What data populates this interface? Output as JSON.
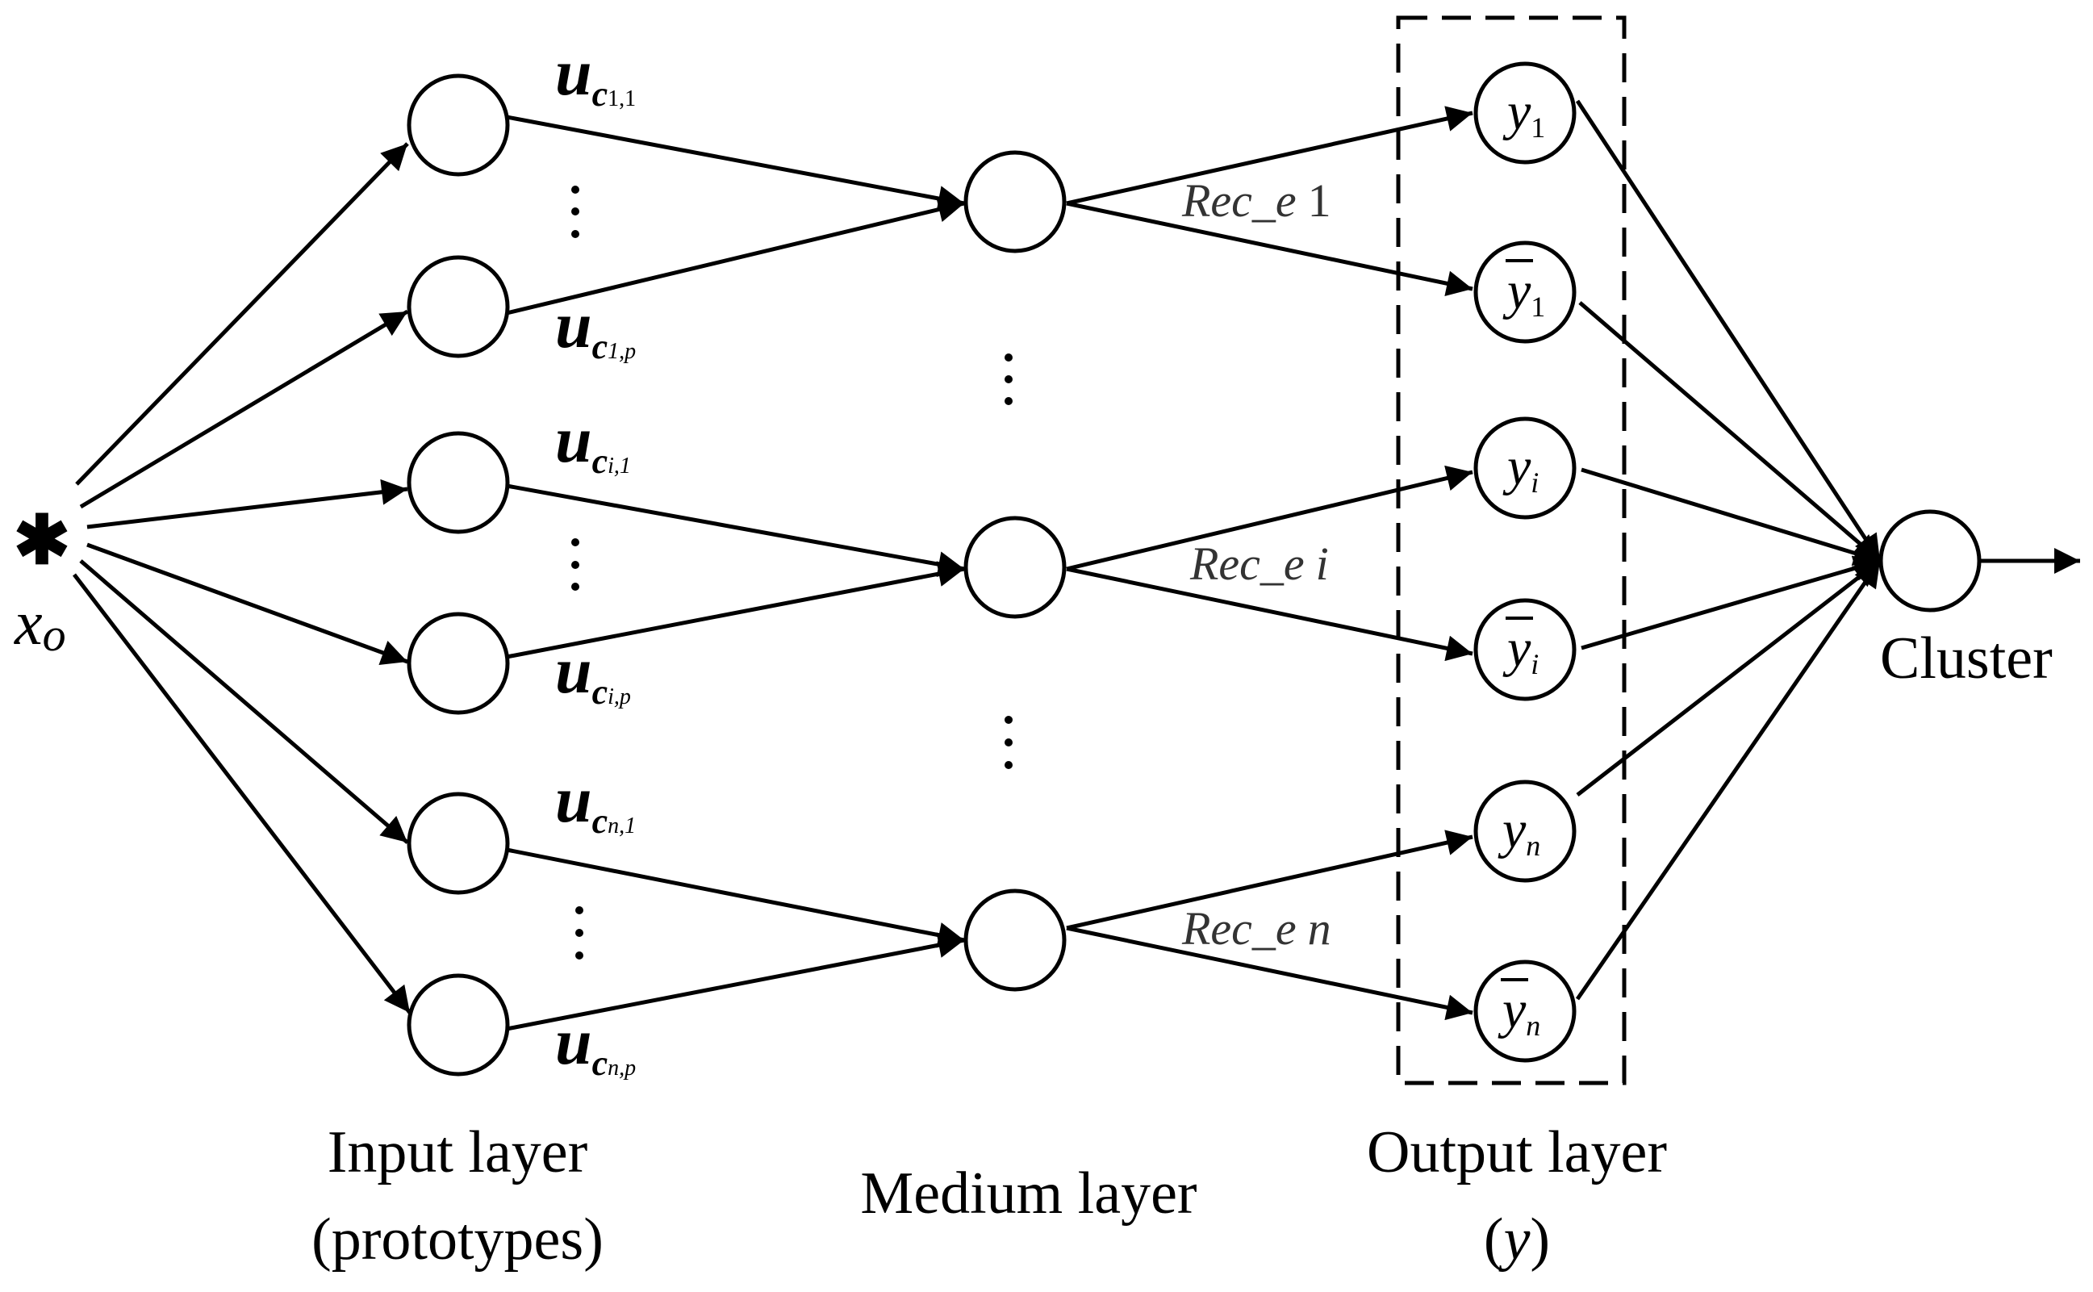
{
  "input": {
    "symbol": "✱",
    "label_main": "x",
    "label_sub": "o"
  },
  "weights": [
    {
      "main": "u",
      "c": "c",
      "sub": "1,1"
    },
    {
      "main": "u",
      "c": "c",
      "sub": "1,p"
    },
    {
      "main": "u",
      "c": "c",
      "sub": "i,1"
    },
    {
      "main": "u",
      "c": "c",
      "sub": "i,p"
    },
    {
      "main": "u",
      "c": "c",
      "sub": "n,1"
    },
    {
      "main": "u",
      "c": "c",
      "sub": "n,p"
    }
  ],
  "rec_labels": [
    {
      "name": "Rec_e",
      "idx": "1"
    },
    {
      "name": "Rec_e",
      "idx": "i"
    },
    {
      "name": "Rec_e",
      "idx": "n"
    }
  ],
  "outputs": [
    {
      "main": "y",
      "sub": "1",
      "bar": false
    },
    {
      "main": "y",
      "sub": "1",
      "bar": true
    },
    {
      "main": "y",
      "sub": "i",
      "bar": false
    },
    {
      "main": "y",
      "sub": "i",
      "bar": true
    },
    {
      "main": "y",
      "sub": "n",
      "bar": false
    },
    {
      "main": "y",
      "sub": "n",
      "bar": true
    }
  ],
  "cluster_label": "Cluster",
  "layer_labels": {
    "input_line1": "Input layer",
    "input_line2": "(prototypes)",
    "medium": "Medium layer",
    "output_line1": "Output layer",
    "output_line2_open": "(",
    "output_line2_var": "y",
    "output_line2_close": ")"
  }
}
